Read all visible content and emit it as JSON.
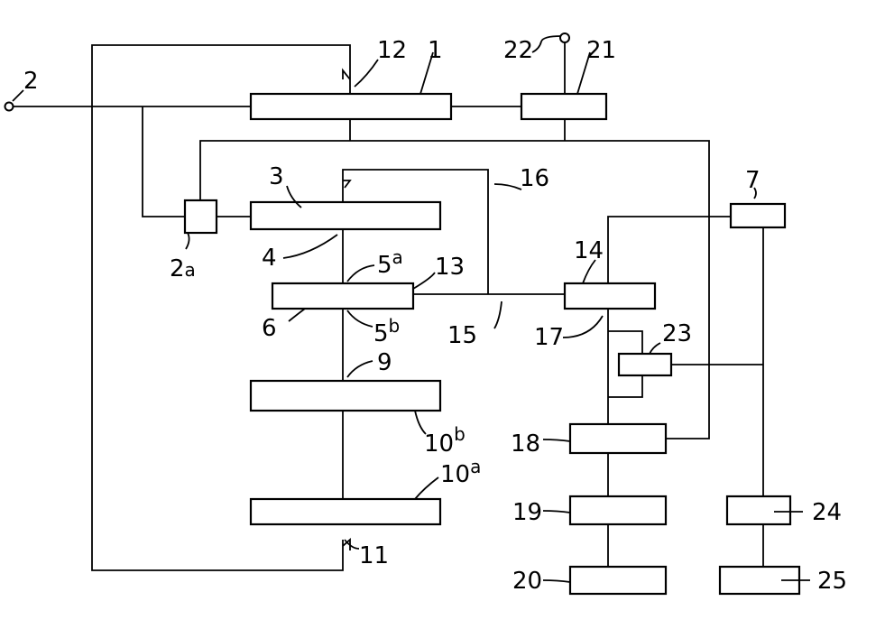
{
  "diagram": {
    "labels": {
      "l1": "1",
      "l2": "2",
      "l2a_main": "2",
      "l2a_sub": "a",
      "l3": "3",
      "l4": "4",
      "l5a_main": "5",
      "l5a_sup": "a",
      "l5b_main": "5",
      "l5b_sup": "b",
      "l6": "6",
      "l7": "7",
      "l9": "9",
      "l10a_main": "10",
      "l10a_sup": "a",
      "l10b_main": "10",
      "l10b_sup": "b",
      "l11": "11",
      "l12": "12",
      "l13": "13",
      "l14": "14",
      "l15": "15",
      "l16": "16",
      "l17": "17",
      "l18": "18",
      "l19": "19",
      "l20": "20",
      "l21": "21",
      "l22": "22",
      "l23": "23",
      "l24": "24",
      "l25": "25"
    }
  }
}
